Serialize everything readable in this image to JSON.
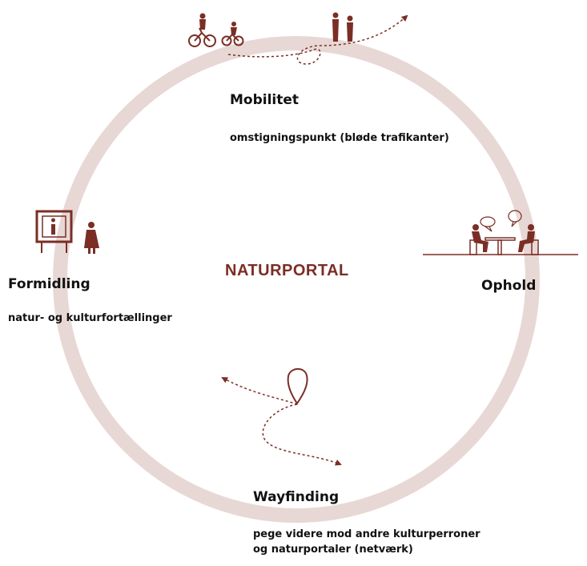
{
  "colors": {
    "ring": "#e8d8d5",
    "accent": "#7a2e25",
    "text": "#111111"
  },
  "center_label": "NATURPORTAL",
  "nodes": {
    "mobilitet": {
      "title": "Mobilitet",
      "subtitle": "omstigningspunkt (bløde trafikanter)"
    },
    "formidling": {
      "title": "Formidling",
      "subtitle": "natur- og kulturfortællinger"
    },
    "ophold": {
      "title": "Ophold"
    },
    "wayfinding": {
      "title": "Wayfinding",
      "subtitle_lines": [
        "pege videre mod andre kulturperroner",
        "og naturportaler (netværk)"
      ]
    }
  },
  "icons": {
    "mobilitet": [
      "cyclist-icon",
      "child-cyclist-icon",
      "pedestrian-icon",
      "pedestrian-icon",
      "dashed-route-arrow-icon"
    ],
    "formidling": [
      "info-sign-icon",
      "person-reading-icon"
    ],
    "ophold": [
      "seated-people-table-icon",
      "speech-bubble-icon"
    ],
    "wayfinding": [
      "location-pin-icon",
      "dashed-route-arrow-icon"
    ]
  }
}
